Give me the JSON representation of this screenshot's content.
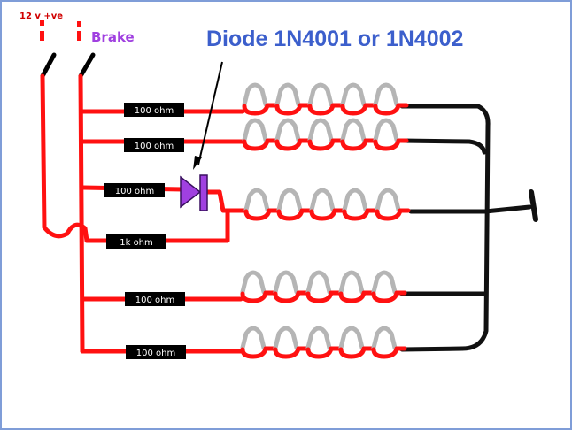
{
  "labels": {
    "supply": "12 v +ve",
    "brake": "Brake",
    "diode": "Diode 1N4001 or 1N4002"
  },
  "resistors": [
    {
      "id": "r1",
      "value": "100 ohm"
    },
    {
      "id": "r2",
      "value": "100 ohm"
    },
    {
      "id": "r3",
      "value": "100 ohm"
    },
    {
      "id": "r4",
      "value": "1k ohm"
    },
    {
      "id": "r5",
      "value": "100 ohm"
    },
    {
      "id": "r6",
      "value": "100 ohm"
    }
  ],
  "led_rows": [
    {
      "id": "row-1",
      "led_count": 5
    },
    {
      "id": "row-2",
      "led_count": 5
    },
    {
      "id": "row-3",
      "led_count": 5
    },
    {
      "id": "row-4",
      "led_count": 5
    },
    {
      "id": "row-5",
      "led_count": 5
    }
  ],
  "colors": {
    "positive_wire": "#ff1111",
    "ground_wire": "#111111",
    "led": "#b5b5b5",
    "resistor": "#000000",
    "diode": "#a040e0",
    "frame": "#7f9dd8"
  }
}
